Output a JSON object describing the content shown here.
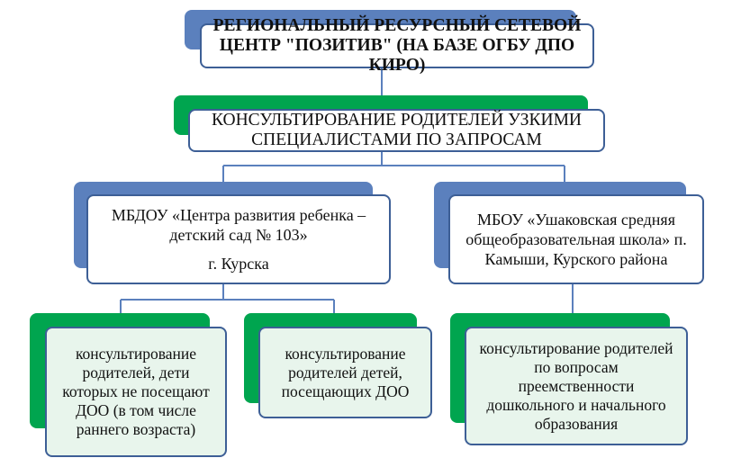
{
  "root": {
    "text": "РЕГИОНАЛЬНЫЙ РЕСУРСНЫЙ СЕТЕВОЙ ЦЕНТР \"ПОЗИТИВ\" (НА БАЗЕ ОГБУ ДПО КИРО)"
  },
  "service": {
    "text": "КОНСУЛЬТИРОВАНИЕ РОДИТЕЛЕЙ УЗКИМИ СПЕЦИАЛИСТАМИ ПО ЗАПРОСАМ"
  },
  "org_left": {
    "name": "МБДОУ «Центра развития ребенка – детский сад № 103»",
    "city": "г. Курска"
  },
  "org_right": {
    "name": "МБОУ «Ушаковская средняя общеобразовательная школа» п. Камыши, Курского района"
  },
  "leaves": {
    "left_1": "консультирование родителей, дети которых не посещают ДОО (в том числе раннего возраста)",
    "left_2": "консультирование родителей детей, посещающих ДОО",
    "right_1": "консультирование родителей по вопросам преемственности дошкольного и начального образования"
  },
  "colors": {
    "blue_accent": "#5b80bd",
    "green_accent": "#00a54f",
    "border": "#3d5f96"
  }
}
